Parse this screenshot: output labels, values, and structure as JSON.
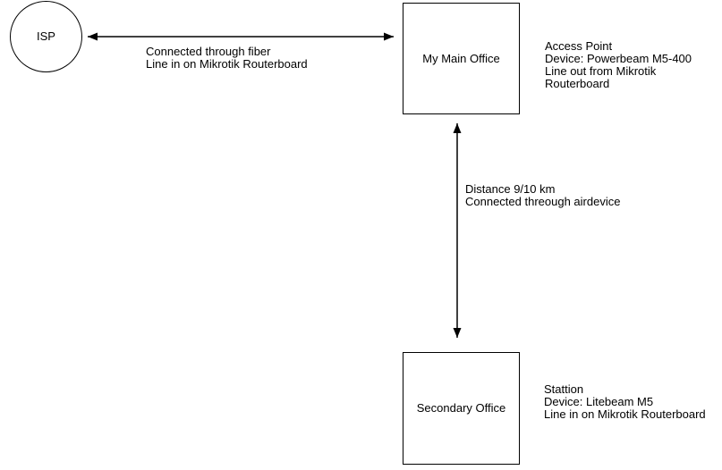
{
  "diagram": {
    "background_color": "#ffffff",
    "stroke_color": "#000000",
    "text_color": "#000000",
    "nodes": {
      "isp": {
        "label": "ISP",
        "shape": "circle"
      },
      "main_office": {
        "label": "My Main Office",
        "shape": "rectangle"
      },
      "secondary_office": {
        "label": "Secondary Office",
        "shape": "rectangle"
      }
    },
    "edges": {
      "isp_to_main": {
        "type": "double-arrow",
        "label": "Connected through fiber\nLine in on Mikrotik Routerboard"
      },
      "main_to_secondary": {
        "type": "double-arrow",
        "label": "Distance 9/10 km\nConnected threough airdevice"
      }
    },
    "annotations": {
      "access_point": {
        "text": "Access Point\nDevice: Powerbeam M5-400\nLine out from Mikrotik Routerboard"
      },
      "station": {
        "text": "Stattion\nDevice: Litebeam M5\nLine in on Mikrotik Routerboard"
      }
    }
  }
}
